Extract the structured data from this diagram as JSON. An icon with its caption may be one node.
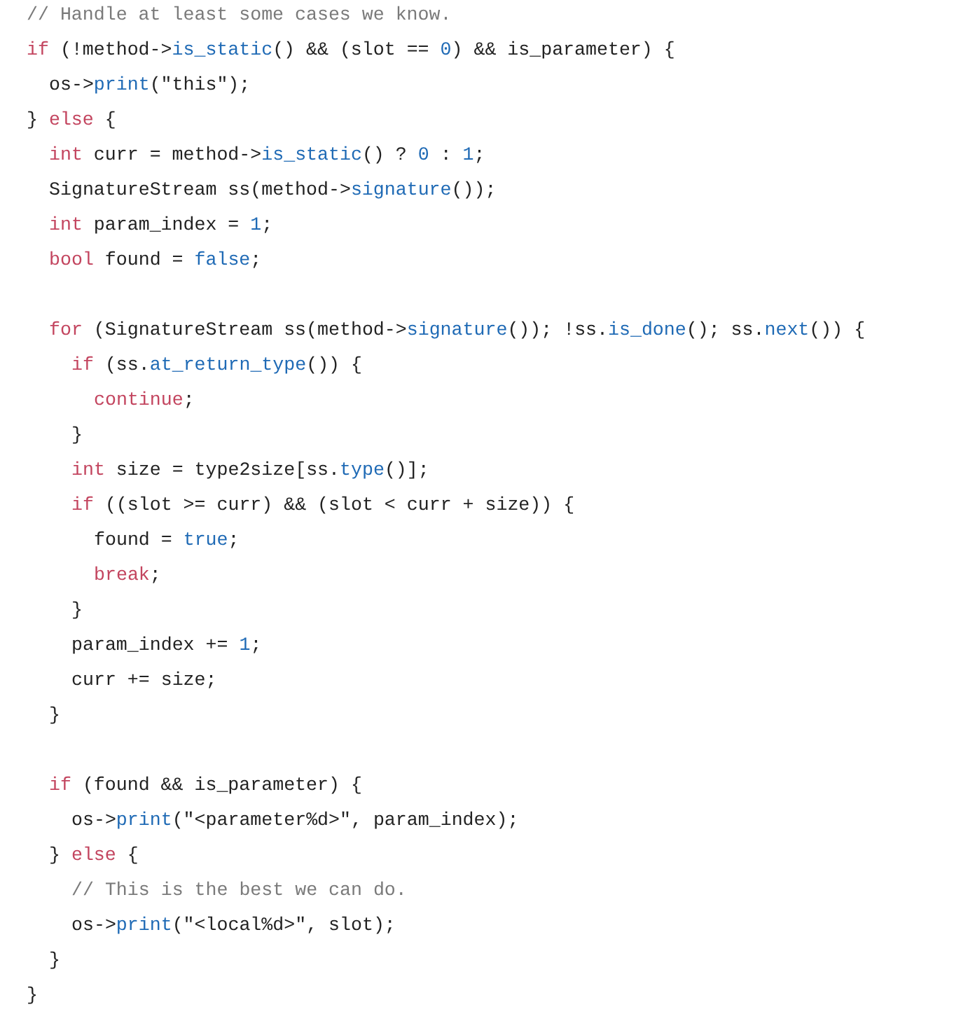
{
  "diagram": {
    "labels": [
      "// Handle at least some cases we know.",
      "if (!method->is_static() && (slot == 0) && is_parameter) {",
      "os->print(\"this\");",
      "} else {",
      "int curr = method->is_static() ? 0 : 1;",
      "SignatureStream ss(method->signature());",
      "int param_index = 1;",
      "bool found = false;",
      "for (SignatureStream ss(method->signature()); !ss.is_done(); ss.next()) {",
      "if (ss.at_return_type()) {",
      "continue;",
      "}",
      "int size = type2size[ss.type()];",
      "if ((slot >= curr) && (slot < curr + size)) {",
      "found = true;",
      "break;",
      "}",
      "param_index += 1;",
      "curr += size;",
      "}",
      "if (found && is_parameter) {",
      "os->print(\"<parameter%d>\", param_index);",
      "} else {",
      "// This is the best we can do.",
      "os->print(\"<local%d>\", slot);",
      "}",
      "}"
    ]
  }
}
